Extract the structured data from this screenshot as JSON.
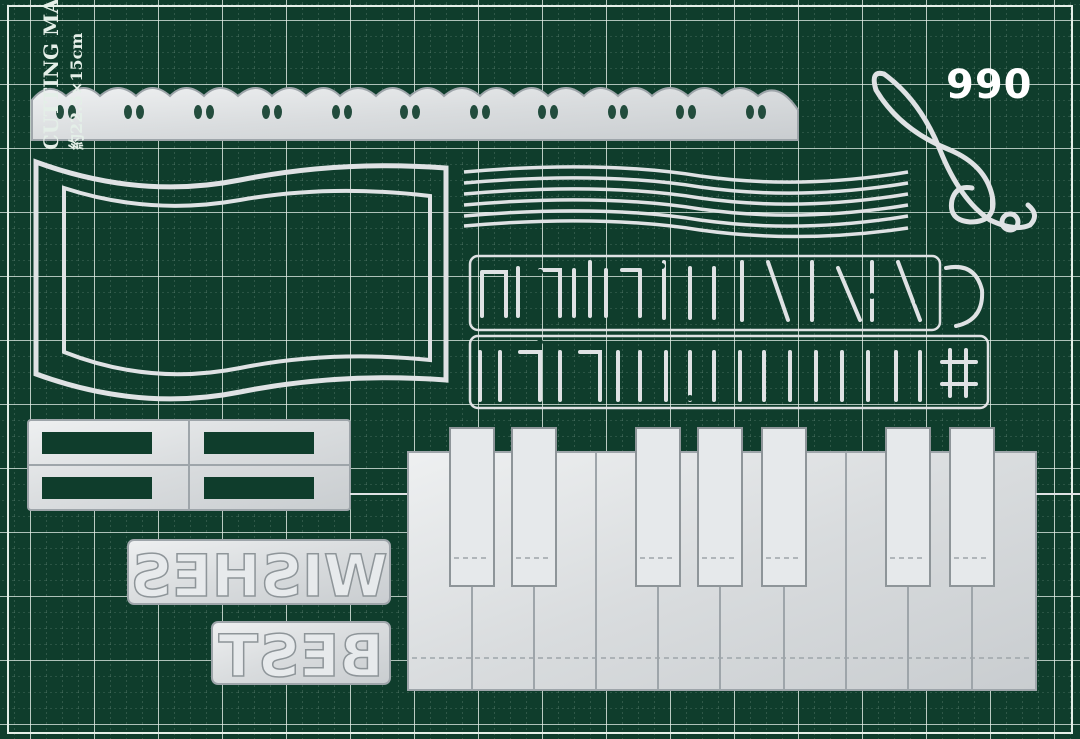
{
  "photo": {
    "product_code": "990",
    "mat_brand": "CUTTING MAT",
    "mat_size": "約22.5×15cm",
    "word_dies": [
      "WISHES",
      "BEST"
    ],
    "colors": {
      "mat": "#0f3d2c",
      "grid": "#cfe2d6",
      "metal": "#dfe2e4",
      "metal_edge": "#9ea5aa"
    }
  }
}
